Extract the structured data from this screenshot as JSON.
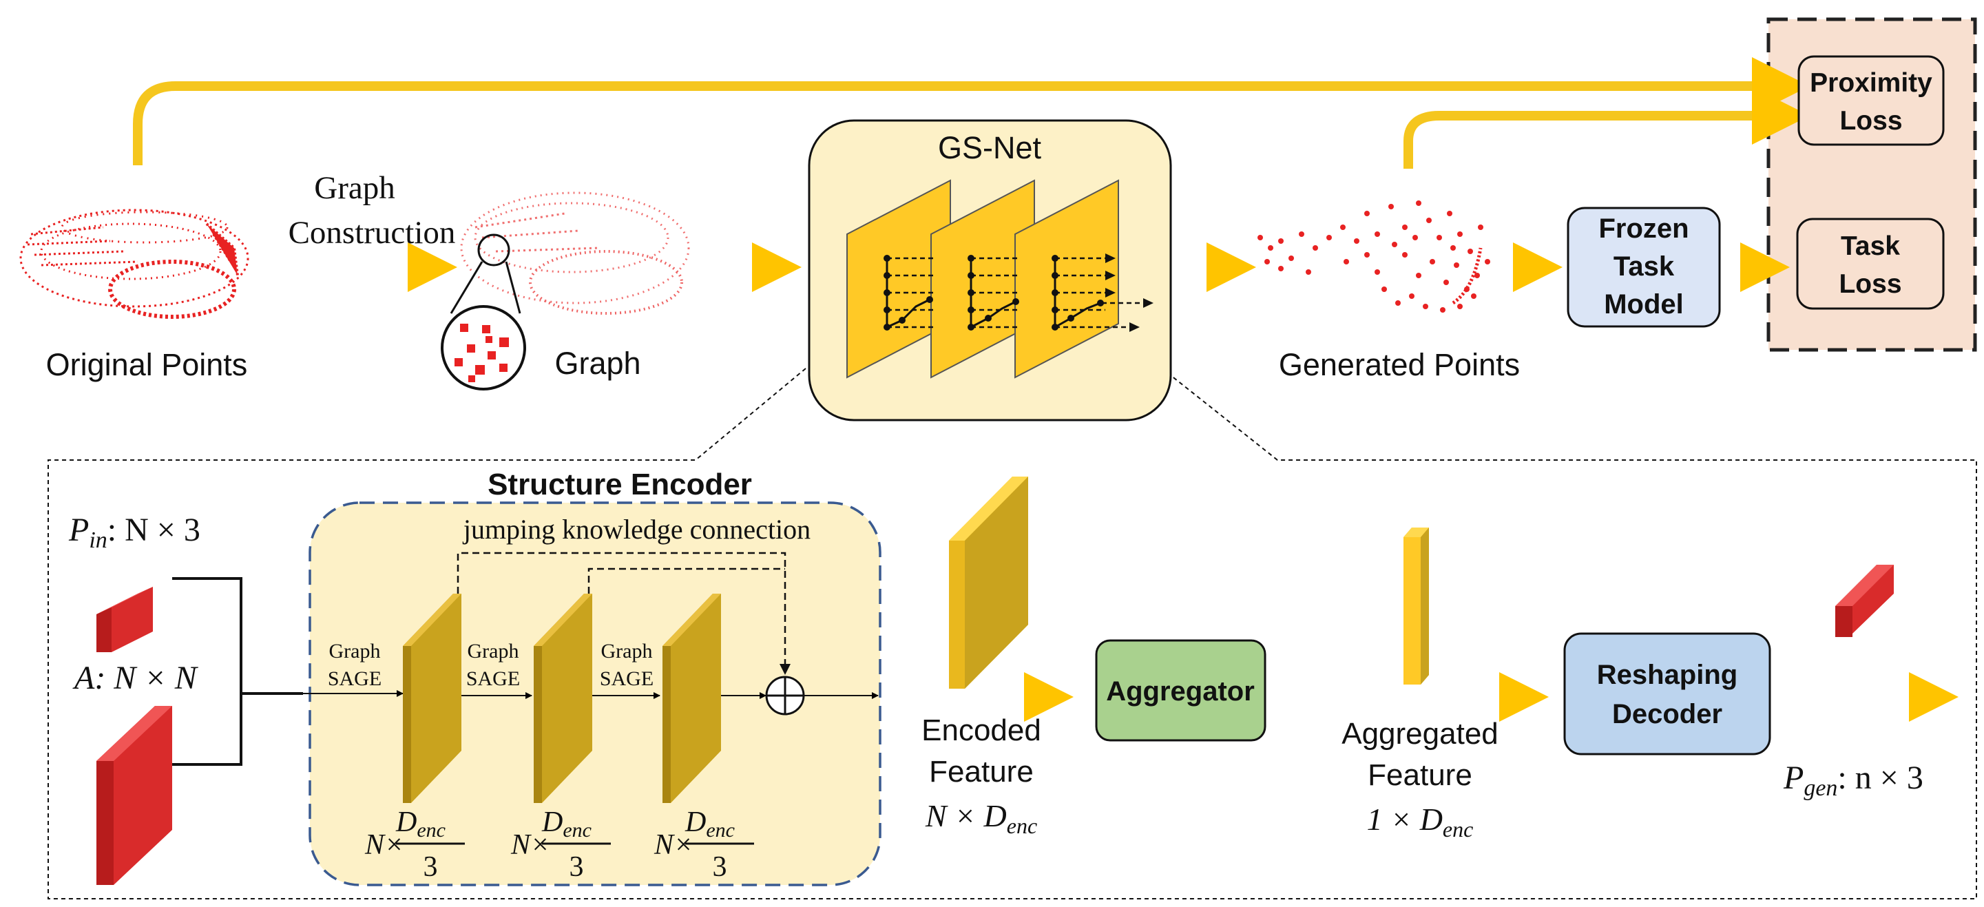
{
  "top": {
    "original_points": "Original Points",
    "graph_construction_1": "Graph",
    "graph_construction_2": "Construction",
    "graph": "Graph",
    "gsnet": "GS-Net",
    "generated_points": "Generated Points",
    "frozen_1": "Frozen",
    "frozen_2": "Task",
    "frozen_3": "Model",
    "prox_1": "Proximity",
    "prox_2": "Loss",
    "task_1": "Task",
    "task_2": "Loss"
  },
  "bottom": {
    "p_in_var": "P",
    "p_in_sub": "in",
    "p_in_dims": ": N × 3",
    "adj": "A: N × N",
    "encoder_title": "Structure Encoder",
    "jk": "jumping knowledge connection",
    "sage_1": "Graph",
    "sage_2": "SAGE",
    "dim_n": "N×",
    "dim_num": "D",
    "dim_sub": "enc",
    "dim_den": "3",
    "encoded_1": "Encoded",
    "encoded_2": "Feature",
    "encoded_dims": "N × D",
    "enc_sub": "enc",
    "aggregator": "Aggregator",
    "aggregated_1": "Aggregated",
    "aggregated_2": "Feature",
    "aggregated_dims": "1 × D",
    "reshaping_1": "Reshaping",
    "reshaping_2": "Decoder",
    "p_gen_var": "P",
    "p_gen_sub": "gen",
    "p_gen_dims": ": n × 3"
  },
  "colors": {
    "arrow": "#f0c020",
    "gold": "#ffc926",
    "gsnet_bg": "#fdf1c7",
    "encoder_bg": "#fdf1c7",
    "loss_bg": "#f8e0d0",
    "red": "#d92b2b",
    "blue_box": "#dbe5f6",
    "green_box": "#a9d18e",
    "reshape_box": "#bcd4ee"
  }
}
